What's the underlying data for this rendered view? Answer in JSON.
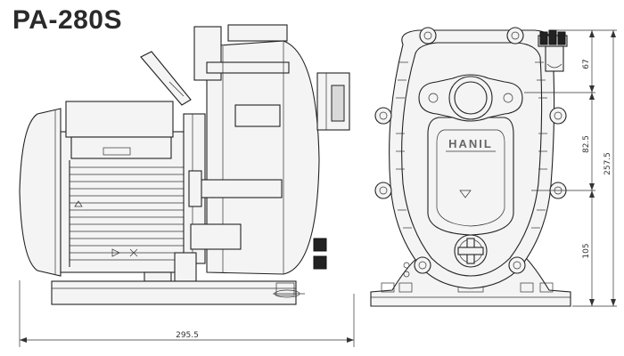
{
  "title": "PA-280S",
  "brand": "HANIL",
  "dimensions": {
    "overall_length": "295.5",
    "overall_height": "257.5",
    "top_segment": "67",
    "middle_segment": "82.5",
    "bottom_segment": "105"
  },
  "colors": {
    "line": "#222222",
    "body_fill": "#f4f4f4",
    "title": "#2a2a2a"
  }
}
